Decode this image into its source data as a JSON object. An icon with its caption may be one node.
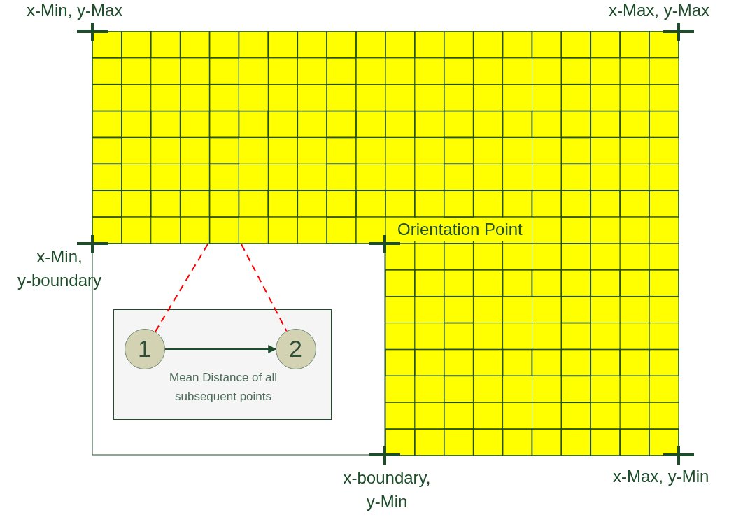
{
  "diagram": {
    "nodes": [
      {
        "text": [
          "Mean Distance of all subsequent points"
        ]
      },
      {
        "text": [
          "1"
        ],
        "in": 0
      },
      {
        "text": [
          "2"
        ],
        "in": 0
      }
    ],
    "edges": [
      {
        "from": 1,
        "to": 2,
        "arrow": "to",
        "color": "#1e4d2b"
      },
      {
        "from": null,
        "to": 1,
        "arrow": "none",
        "style": "dashed",
        "color": "#ff0000"
      },
      {
        "from": null,
        "to": 2,
        "arrow": "none",
        "style": "dashed",
        "color": "#ff0000"
      }
    ],
    "labels": [
      "x-Min, y-Max",
      "x-Max, y-Max",
      "Orientation Point",
      "x-Min, y-boundary",
      "x-boundary, y-Min",
      "x-Max, y-Min"
    ]
  }
}
